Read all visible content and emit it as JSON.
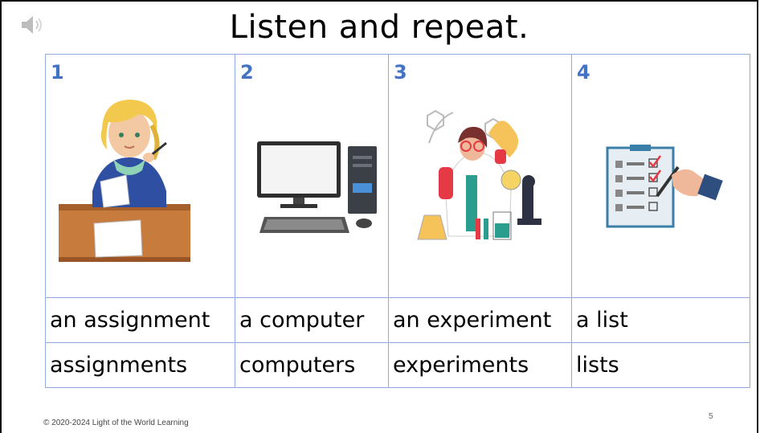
{
  "slide": {
    "title": "Listen and repeat.",
    "footer": "© 2020-2024 Light of the World Learning",
    "page_number": "5"
  },
  "icons": {
    "audio": "speaker-icon"
  },
  "cards": [
    {
      "number": "1",
      "singular": "an assignment",
      "plural": "assignments",
      "image": "girl-writing-assignment"
    },
    {
      "number": "2",
      "singular": "a computer",
      "plural": "computers",
      "image": "desktop-computer"
    },
    {
      "number": "3",
      "singular": "an experiment",
      "plural": "experiments",
      "image": "scientist-experiment"
    },
    {
      "number": "4",
      "singular": "a list",
      "plural": "lists",
      "image": "checklist-hand"
    }
  ],
  "colors": {
    "number": "#4472c4",
    "grid_border": "#8faadc"
  }
}
